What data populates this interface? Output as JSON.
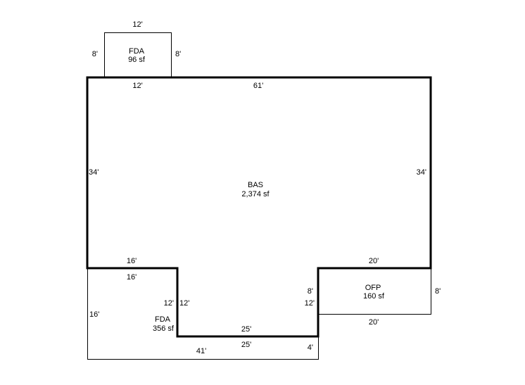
{
  "areas": {
    "fda_top": {
      "code": "FDA",
      "area": "96 sf"
    },
    "bas": {
      "code": "BAS",
      "area": "2,374 sf"
    },
    "fda_bottom": {
      "code": "FDA",
      "area": "356 sf"
    },
    "ofp": {
      "code": "OFP",
      "area": "160 sf"
    }
  },
  "dimensions": {
    "fda_top_top": "12'",
    "fda_top_left": "8'",
    "fda_top_right": "8'",
    "fda_top_bottom": "12'",
    "bas_top": "61'",
    "bas_left": "34'",
    "bas_right": "34'",
    "bas_notch_left_top": "16'",
    "bas_notch_left_inner": "12'",
    "bas_notch_bottom": "25'",
    "bas_notch_right_inner": "8'",
    "bas_notch_right_top": "20'",
    "fda_bottom_top": "16'",
    "fda_bottom_left": "16'",
    "fda_bottom_inner": "12'",
    "fda_bottom_notch": "25'",
    "fda_bottom_right": "4'",
    "fda_bottom_bottom": "41'",
    "ofp_left": "12'",
    "ofp_right": "8'",
    "ofp_bottom": "20'"
  }
}
